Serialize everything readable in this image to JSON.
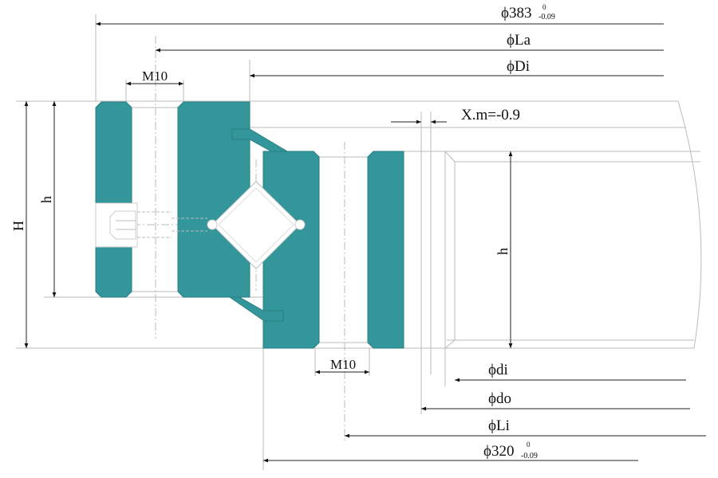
{
  "colors": {
    "ring": "#33969a",
    "line": "#bbbbbb",
    "text": "#111111"
  },
  "dimensions": {
    "outer_dia": {
      "label": "ϕ383",
      "upper_tol": "0",
      "lower_tol": "-0.09"
    },
    "La": "ϕLa",
    "Di": "ϕDi",
    "shift": "X.m=-0.9",
    "di": "ϕdi",
    "do": "ϕdo",
    "Li": "ϕLi",
    "inner_dia": {
      "label": "ϕ320",
      "upper_tol": "0",
      "lower_tol": "-0.09"
    },
    "H": "H",
    "h_left": "h",
    "h_right": "h",
    "bolt_top": "M10",
    "bolt_bottom": "M10"
  }
}
